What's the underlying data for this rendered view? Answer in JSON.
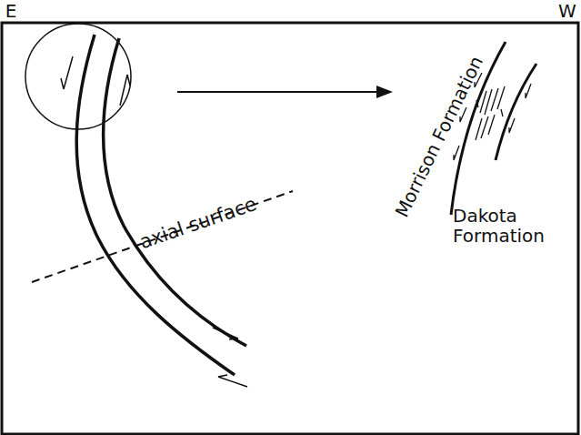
{
  "diagram": {
    "labels": [
      "E",
      "W",
      "axial surface",
      "Morrison Formation",
      "Dakota Formation"
    ]
  }
}
